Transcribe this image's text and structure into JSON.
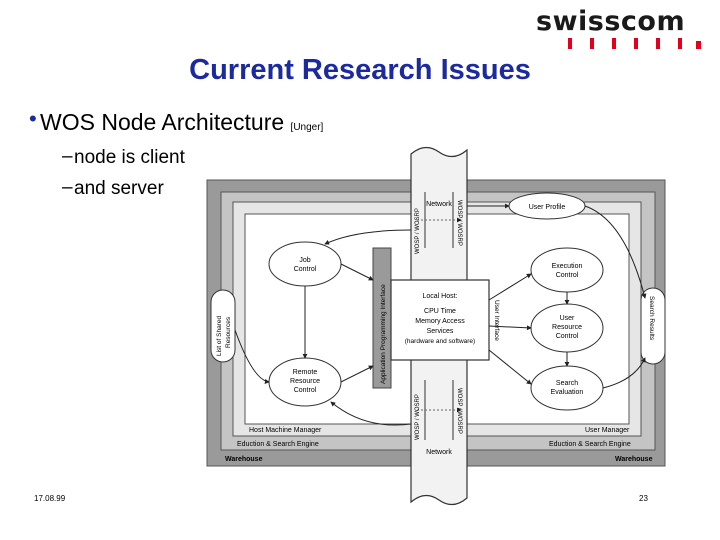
{
  "logo": {
    "text": "swisscom"
  },
  "title": "Current Research Issues",
  "bullet": {
    "text": "WOS Node Architecture",
    "citation": "[Unger]"
  },
  "sub_bullets": [
    "node is client",
    "and server"
  ],
  "diagram": {
    "pillar_top": "Network",
    "pillar_bottom": "Network",
    "wosp_left": "WOSP / WOSRP",
    "wosp_right": "WOSP / WOSRP",
    "user_profile": "User Profile",
    "job_control": [
      "Job",
      "Control"
    ],
    "execution_control": [
      "Execution",
      "Control"
    ],
    "user_resource_control": [
      "User",
      "Resource",
      "Control"
    ],
    "search_evaluation": [
      "Search",
      "Evaluation"
    ],
    "remote_resource_control": [
      "Remote",
      "Resource",
      "Control"
    ],
    "local_host": [
      "Local Host:",
      "CPU Time",
      "Memory Access",
      "Services",
      "(hardware and software)"
    ],
    "api_label": "Application Programming Interface",
    "user_interface_label": "User Interface",
    "left_pill": [
      "List of Shared",
      "Resources"
    ],
    "right_pill": "Search Results",
    "host_machine_manager": "Host Machine Manager",
    "user_manager": "User Manager",
    "eduction_left": "Eduction & Search Engine",
    "eduction_right": "Eduction & Search Engine",
    "warehouse_left": "Warehouse",
    "warehouse_right": "Warehouse"
  },
  "footer": {
    "date": "17.08.99",
    "page": "23"
  }
}
